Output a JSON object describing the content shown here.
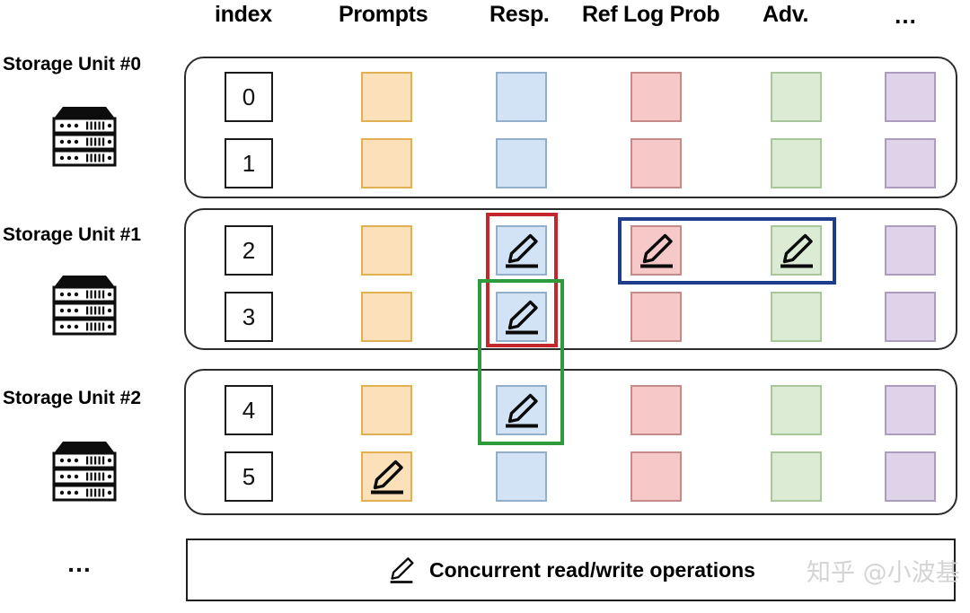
{
  "headers": {
    "index": "index",
    "prompts": "Prompts",
    "resp": "Resp.",
    "ref_log_prob": "Ref Log Prob",
    "adv": "Adv.",
    "more": "…"
  },
  "units": [
    {
      "label": "Storage Unit #0",
      "icon": "server-rack-icon"
    },
    {
      "label": "Storage Unit #1",
      "icon": "server-rack-icon"
    },
    {
      "label": "Storage Unit #2",
      "icon": "server-rack-icon"
    }
  ],
  "rows": [
    {
      "index": "0",
      "unit": 0,
      "cells": {
        "prompts": false,
        "resp": false,
        "ref": false,
        "adv": false,
        "etc": false
      }
    },
    {
      "index": "1",
      "unit": 0,
      "cells": {
        "prompts": false,
        "resp": false,
        "ref": false,
        "adv": false,
        "etc": false
      }
    },
    {
      "index": "2",
      "unit": 1,
      "cells": {
        "prompts": false,
        "resp": true,
        "ref": true,
        "adv": true,
        "etc": false
      }
    },
    {
      "index": "3",
      "unit": 1,
      "cells": {
        "prompts": false,
        "resp": true,
        "ref": false,
        "adv": false,
        "etc": false
      }
    },
    {
      "index": "4",
      "unit": 2,
      "cells": {
        "prompts": false,
        "resp": true,
        "ref": false,
        "adv": false,
        "etc": false
      }
    },
    {
      "index": "5",
      "unit": 2,
      "cells": {
        "prompts": true,
        "resp": false,
        "ref": false,
        "adv": false,
        "etc": false
      }
    }
  ],
  "highlights": [
    {
      "name": "red-highlight-resp-rows-2-3",
      "color": "#C3262B"
    },
    {
      "name": "blue-highlight-ref-adv-row-2",
      "color": "#1F3D8C"
    },
    {
      "name": "green-highlight-resp-rows-3-4",
      "color": "#2E9B3C"
    }
  ],
  "legend": {
    "icon": "pencil-icon",
    "text": "Concurrent read/write operations"
  },
  "ellipsis_left": "…",
  "watermark": "知乎 @小波基",
  "colors": {
    "prompts_fill": "#FBE0B9",
    "prompts_border": "#E0B052",
    "resp_fill": "#D3E3F6",
    "resp_border": "#93AFCB",
    "ref_fill": "#F6C8C8",
    "ref_border": "#C48B8B",
    "adv_fill": "#DCEBD4",
    "adv_border": "#A9C59B",
    "etc_fill": "#DFD3EA",
    "etc_border": "#AE9CBF",
    "red_highlight": "#C3262B",
    "blue_highlight": "#1F3D8C",
    "green_highlight": "#2E9B3C"
  }
}
